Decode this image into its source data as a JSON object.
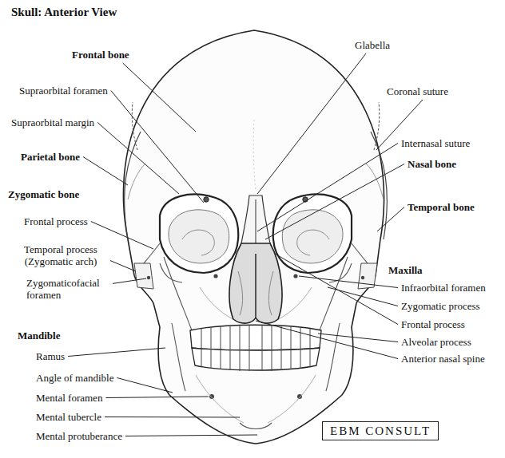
{
  "diagram": {
    "title": "Skull: Anterior View",
    "nodes": [
      {
        "text": [
          "EBM CONSULT"
        ]
      }
    ],
    "labels": [
      "Frontal bone",
      "Glabella",
      "Supraorbital foramen",
      "Coronal suture",
      "Supraorbital margin",
      "Internasal suture",
      "Parietal bone",
      "Nasal bone",
      "Zygomatic bone",
      "Temporal bone",
      "Frontal process",
      "Temporal process (Zygomatic arch)",
      "Maxilla",
      "Zygomaticofacial foramen",
      "Infraorbital foramen",
      "Zygomatic process",
      "Frontal process",
      "Mandible",
      "Alveolar process",
      "Ramus",
      "Anterior nasal spine",
      "Angle of mandible",
      "Mental foramen",
      "Mental tubercle",
      "Mental protuberance"
    ]
  }
}
